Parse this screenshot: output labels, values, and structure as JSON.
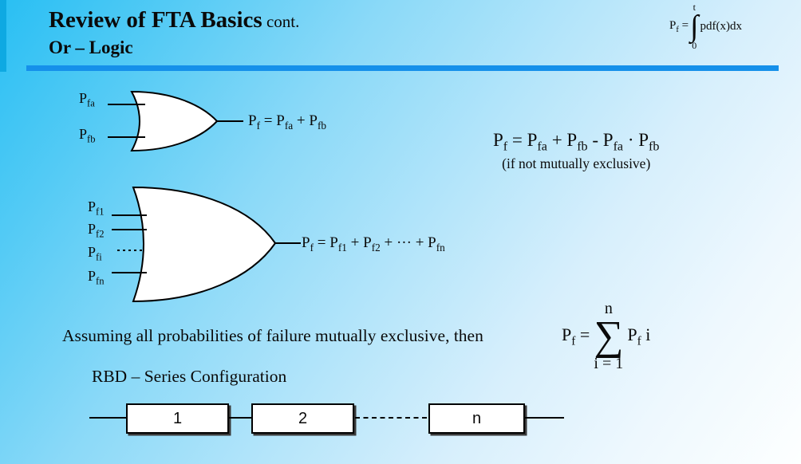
{
  "slide": {
    "title_main": "Review of FTA Basics",
    "title_suffix": " cont.",
    "subtitle": "Or – Logic"
  },
  "integral": {
    "lhs": [
      [
        "t",
        "P"
      ],
      [
        "sub",
        "f"
      ],
      [
        "t",
        "  =  "
      ]
    ],
    "upper": "t",
    "symbol": "∫",
    "lower": "0",
    "rhs": "pdf(x)dx"
  },
  "gate1": {
    "inputs": [
      [
        [
          "t",
          "P"
        ],
        [
          "sub",
          "fa"
        ]
      ],
      [
        [
          "t",
          "P"
        ],
        [
          "sub",
          "fb"
        ]
      ]
    ],
    "output_formula": [
      [
        "t",
        "P"
      ],
      [
        "sub",
        "f"
      ],
      [
        "t",
        "  =  P"
      ],
      [
        "sub",
        "fa"
      ],
      [
        "t",
        " + P"
      ],
      [
        "sub",
        "fb"
      ]
    ]
  },
  "exclusive": {
    "formula": [
      [
        "t",
        "P"
      ],
      [
        "sub",
        "f"
      ],
      [
        "t",
        "  = P"
      ],
      [
        "sub",
        "fa"
      ],
      [
        "t",
        " + P"
      ],
      [
        "sub",
        "fb"
      ],
      [
        "t",
        " - P"
      ],
      [
        "sub",
        "fa"
      ],
      [
        "t",
        " · P"
      ],
      [
        "sub",
        "fb"
      ]
    ],
    "caption": "(if not mutually exclusive)"
  },
  "gate2": {
    "inputs": [
      [
        [
          "t",
          "P"
        ],
        [
          "sub",
          "f1"
        ]
      ],
      [
        [
          "t",
          "P"
        ],
        [
          "sub",
          "f2"
        ]
      ],
      [
        [
          "t",
          "P"
        ],
        [
          "sub",
          "fi"
        ]
      ],
      [
        [
          "t",
          "P"
        ],
        [
          "sub",
          "fn"
        ]
      ]
    ],
    "output_formula": [
      [
        "t",
        "P"
      ],
      [
        "sub",
        "f"
      ],
      [
        "t",
        "  =  P"
      ],
      [
        "sub",
        "f1"
      ],
      [
        "t",
        " + P"
      ],
      [
        "sub",
        "f2"
      ],
      [
        "t",
        " + ··· + P"
      ],
      [
        "sub",
        "fn"
      ]
    ]
  },
  "assumption": {
    "text": "Assuming all probabilities of failure mutually exclusive, then",
    "sum": {
      "lhs": [
        [
          "t",
          "P"
        ],
        [
          "sub",
          "f"
        ],
        [
          "t",
          "  ="
        ]
      ],
      "upper": "n",
      "symbol": "∑",
      "lower": "i = 1",
      "rhs": [
        [
          "t",
          "P"
        ],
        [
          "sub",
          "f"
        ],
        [
          "t",
          " i"
        ]
      ]
    }
  },
  "rbd": {
    "title": "RBD – Series Configuration",
    "blocks": [
      "1",
      "2",
      "n"
    ]
  },
  "colors": {
    "background_top_left": "#29bff3",
    "background_bottom_right": "#fdffff",
    "header_rule": "#1590ea",
    "accent_strip": "#0ea9e2",
    "text": "#0a0a0a",
    "gate_fill": "#ffffff",
    "gate_stroke": "#000000"
  }
}
